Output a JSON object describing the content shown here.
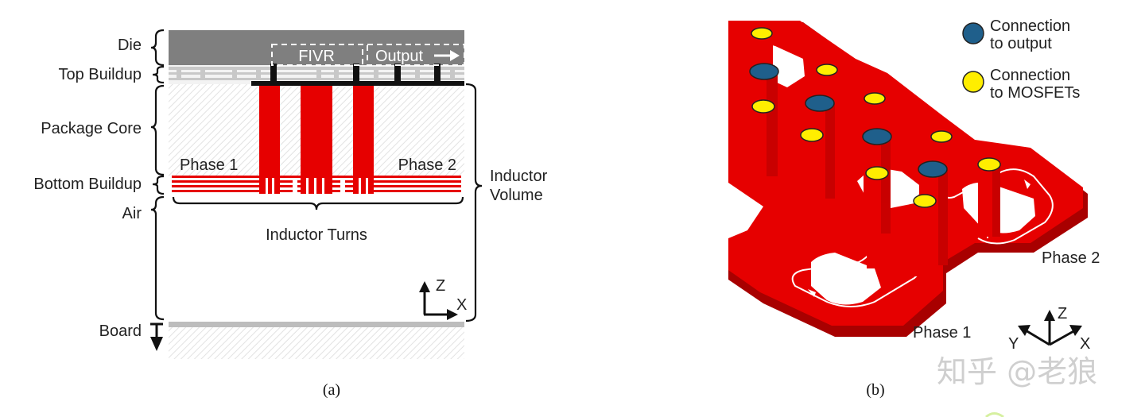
{
  "panel_a": {
    "layers": {
      "die": "Die",
      "top_buildup": "Top Buildup",
      "package_core": "Package Core",
      "bottom_buildup": "Bottom Buildup",
      "air": "Air",
      "board": "Board"
    },
    "fivr_label": "FIVR",
    "output_label": "Output",
    "phase1_label": "Phase 1",
    "phase2_label": "Phase 2",
    "inductor_volume_line1": "Inductor",
    "inductor_volume_line2": "Volume",
    "inductor_turns_label": "Inductor Turns",
    "axis_z": "Z",
    "axis_x": "X",
    "caption": "(a)"
  },
  "panel_b": {
    "legend": [
      {
        "line1": "Connection",
        "line2": "to output",
        "color": "#1f5f8b"
      },
      {
        "line1": "Connection",
        "line2": "to MOSFETs",
        "color": "#ffee00"
      }
    ],
    "phase1_label": "Phase 1",
    "phase2_label": "Phase 2",
    "axis_z": "Z",
    "axis_y": "Y",
    "axis_x": "X",
    "caption": "(b)"
  },
  "watermark": "知乎 @老狼",
  "colors": {
    "copper_red": "#e60000",
    "die_gray": "#7f7f7f",
    "output_blue": "#1f5f8b",
    "mosfet_yellow": "#ffee00"
  }
}
